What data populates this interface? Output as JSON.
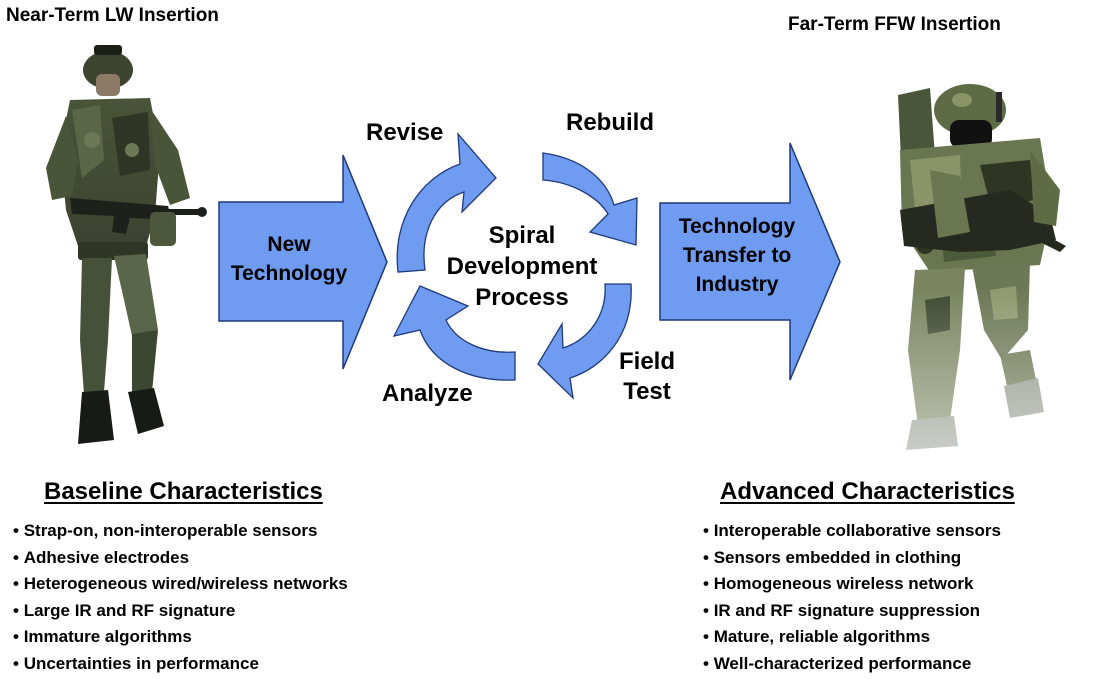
{
  "titles": {
    "near_term": "Near-Term LW Insertion",
    "far_term": "Far-Term FFW Insertion"
  },
  "arrows": {
    "left": [
      "New",
      "Technology"
    ],
    "right": [
      "Technology",
      "Transfer to",
      "Industry"
    ]
  },
  "cycle": {
    "center": [
      "Spiral",
      "Development",
      "Process"
    ],
    "revise": "Revise",
    "rebuild": "Rebuild",
    "field_test": [
      "Field",
      "Test"
    ],
    "analyze": "Analyze"
  },
  "baseline": {
    "heading": "Baseline Characteristics",
    "items": [
      "Strap-on, non-interoperable sensors",
      "Adhesive electrodes",
      "Heterogeneous wired/wireless networks",
      "Large IR and RF signature",
      "Immature algorithms",
      "Uncertainties in performance"
    ]
  },
  "advanced": {
    "heading": "Advanced Characteristics",
    "items": [
      "Interoperable collaborative sensors",
      "Sensors embedded in clothing",
      "Homogeneous wireless network",
      "IR and RF signature suppression",
      "Mature, reliable algorithms",
      "Well-characterized performance"
    ]
  },
  "colors": {
    "arrow_fill": "#6F9BF0",
    "arrow_stroke": "#1E3A7A",
    "camo_light": "#8A9468",
    "camo_mid": "#5E6B45",
    "camo_dark": "#2E3522"
  },
  "icons": {
    "left_figure": "soldier-near-term-image",
    "right_figure": "soldier-far-term-image"
  }
}
